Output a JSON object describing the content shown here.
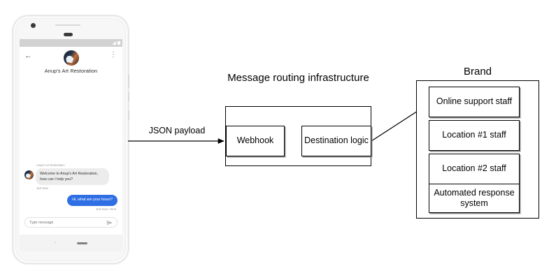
{
  "phone": {
    "status_bar": {
      "signal_icon": "signal-icon",
      "battery_icon": "battery-icon"
    },
    "app_bar": {
      "back_icon": "←",
      "overflow_icon": "⋮",
      "brand_name": "Anup's Art Restoration",
      "avatar": "brand-avatar"
    },
    "chat": {
      "incoming": {
        "sender": "Anup's Art Restoration",
        "message": "Welcome to Anup's Art Restoration, how can I help you?",
        "timestamp": "Just Now"
      },
      "outgoing": {
        "message": "Hi, what are your hours?",
        "timestamp": "Just Now • Sent"
      }
    },
    "composer": {
      "placeholder": "Type message",
      "send_icon": "send-icon"
    },
    "nav_bar": {
      "back_icon": "‹",
      "home_icon": "home-pill"
    }
  },
  "diagram": {
    "json_payload_label": "JSON payload",
    "routing": {
      "title": "Message routing infrastructure",
      "webhook_label": "Webhook",
      "destination_label": "Destination logic"
    },
    "brand": {
      "title": "Brand",
      "recipients": [
        {
          "label": "Online support staff"
        },
        {
          "label": "Location #1 staff"
        },
        {
          "label": "Location #2 staff"
        },
        {
          "label": "Automated response system"
        }
      ]
    }
  },
  "colors": {
    "outgoing_bubble": "#2f6fe4",
    "incoming_bubble": "#ececec",
    "status_bar": "#d2d2d2",
    "box_border": "#000000",
    "box_shadow": "#8c8c8c"
  }
}
